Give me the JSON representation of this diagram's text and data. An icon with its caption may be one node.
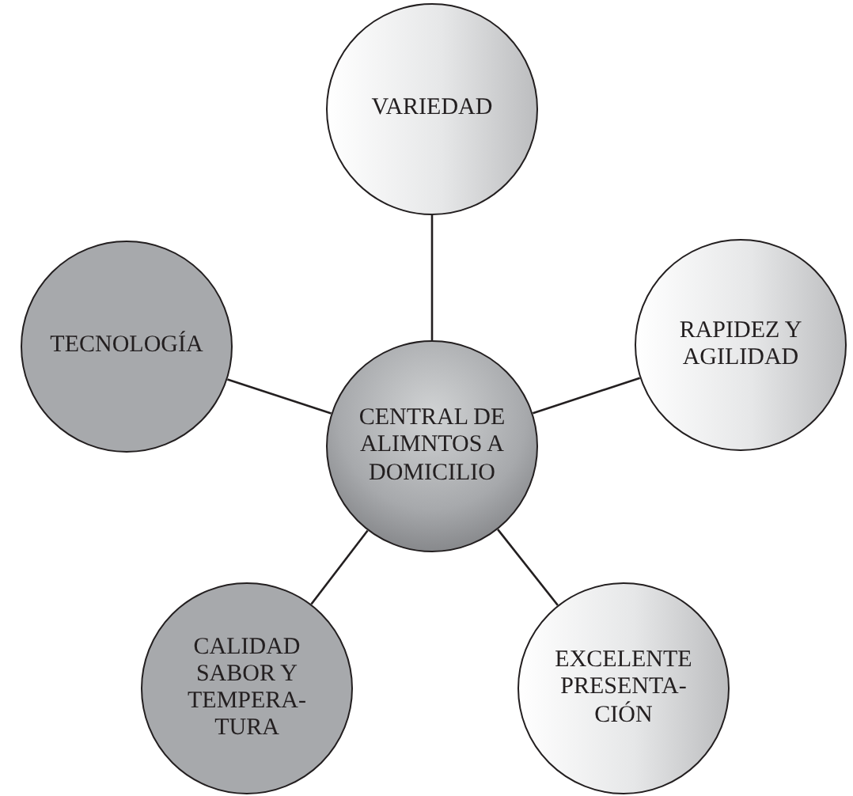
{
  "diagram": {
    "nodes": [
      {
        "text": [
          "VARIEDAD"
        ]
      },
      {
        "text": [
          "TECNOLOGÍA"
        ]
      },
      {
        "text": [
          "RAPIDEZ Y AGILIDAD"
        ]
      },
      {
        "text": [
          "CENTRAL DE ALIMNTOS A DOMICILIO"
        ]
      },
      {
        "text": [
          "CALIDAD SABOR Y TEMPERA-TURA"
        ]
      },
      {
        "text": [
          "EXCELENTE PRESENTA-CIÓN"
        ]
      }
    ],
    "edges": [
      {
        "from": 3,
        "to": 0,
        "arrow": "none"
      },
      {
        "from": 3,
        "to": 1,
        "arrow": "none"
      },
      {
        "from": 3,
        "to": 2,
        "arrow": "none"
      },
      {
        "from": 3,
        "to": 4,
        "arrow": "none"
      },
      {
        "from": 3,
        "to": 5,
        "arrow": "none"
      }
    ]
  }
}
